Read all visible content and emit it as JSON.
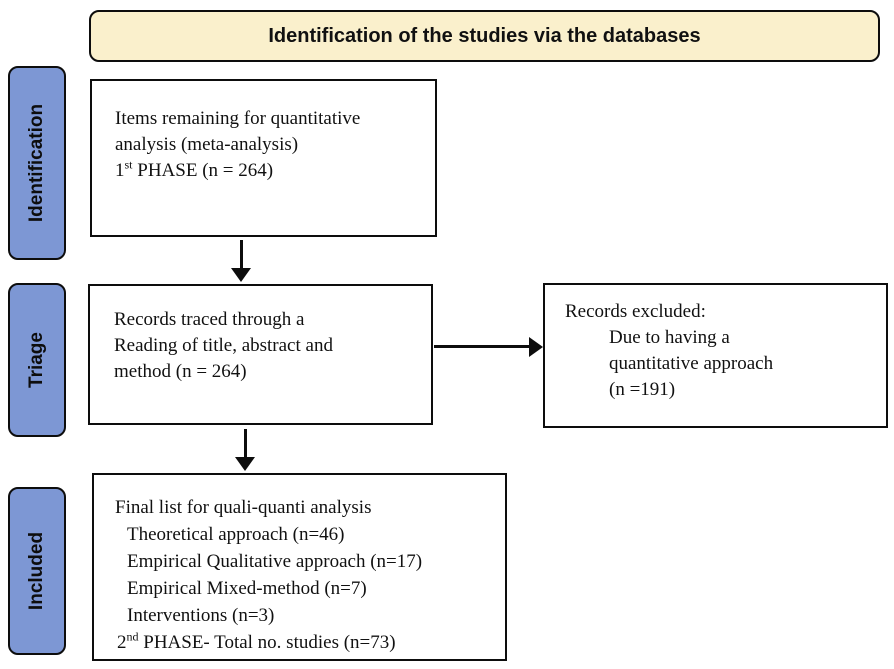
{
  "colors": {
    "banner_fill": "#FAF0CC",
    "sidebar_fill": "#7D97D4"
  },
  "banner": {
    "title": "Identification of the studies via the databases"
  },
  "sidebar": {
    "items": [
      {
        "label": "Identification"
      },
      {
        "label": "Triage"
      },
      {
        "label": "Included"
      }
    ]
  },
  "boxes": {
    "phase1": {
      "lines": [
        "Items remaining for quantitative",
        "analysis (meta-analysis)"
      ],
      "phase_num": "1",
      "phase_sup": "st",
      "phase_rest": " PHASE (n = 264)"
    },
    "triage": {
      "lines": [
        "Records traced through a",
        "Reading of title, abstract and",
        "method (n = 264)"
      ]
    },
    "excluded": {
      "title": "Records excluded:",
      "lines": [
        "Due to having a",
        "quantitative approach",
        "(n =191)"
      ]
    },
    "included": {
      "title": "Final list for quali-quanti analysis",
      "items": [
        "Theoretical approach (n=46)",
        "Empirical Qualitative approach (n=17)",
        "Empirical Mixed-method (n=7)",
        "Interventions (n=3)"
      ],
      "phase_num": "2",
      "phase_sup": "nd",
      "phase_rest": " PHASE- Total no. studies (n=73)"
    }
  }
}
